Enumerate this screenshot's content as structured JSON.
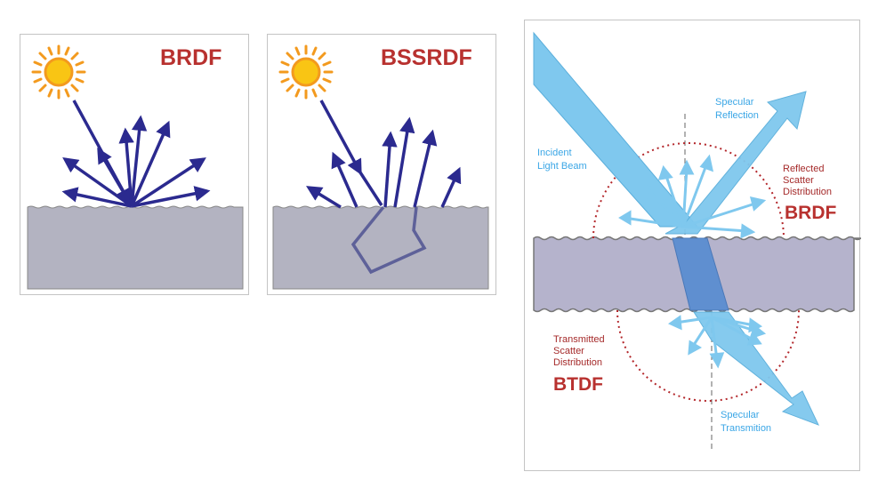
{
  "panels": {
    "brdf": {
      "title": "BRDF"
    },
    "bssrdf": {
      "title": "BSSRDF"
    },
    "detail": {
      "incident_label": [
        "Incident",
        "Light Beam"
      ],
      "specular_reflection_label": [
        "Specular",
        "Reflection"
      ],
      "reflected_label": [
        "Reflected",
        "Scatter",
        "Distribution"
      ],
      "reflected_acronym": "BRDF",
      "transmitted_label": [
        "Transmitted",
        "Scatter",
        "Distribution"
      ],
      "transmitted_acronym": "BTDF",
      "specular_transmission_label": [
        "Specular",
        "Transmition"
      ]
    }
  },
  "colors": {
    "title_red": "#b8312f",
    "arrow_navy": "#2b2a8f",
    "beam_blue": "#7fc8ee",
    "surface_gray": "#b3b3c1",
    "sun_orange": "#f39a1e",
    "sun_yellow": "#f9c514"
  }
}
